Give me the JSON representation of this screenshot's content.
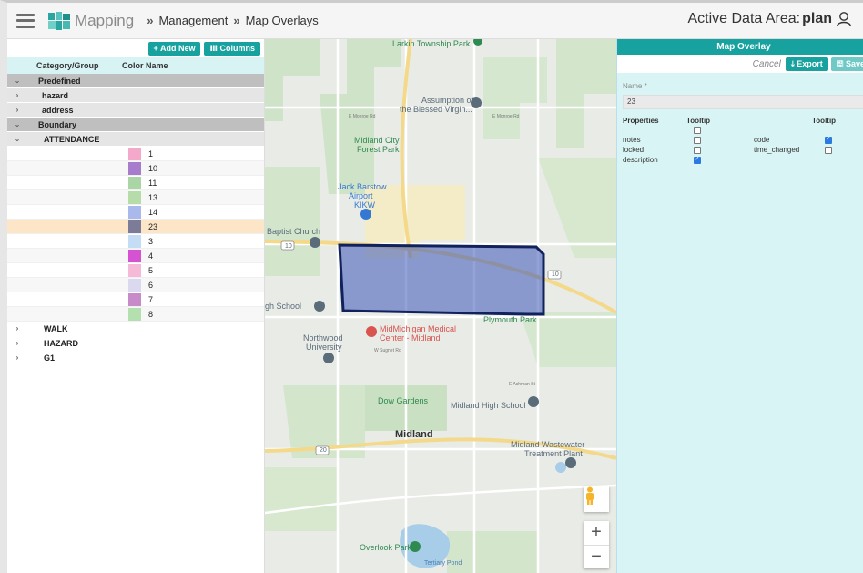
{
  "header": {
    "brand": "Mapping",
    "breadcrumb": [
      "Management",
      "Map Overlays"
    ],
    "separator": "»",
    "area_label": "Active Data Area:",
    "area_value": "plan"
  },
  "left_panel": {
    "add_new_label": "+ Add New",
    "columns_label": "Ⅲ Columns",
    "columns": {
      "category": "Category/Group",
      "color": "Color",
      "name": "Name"
    },
    "tree": {
      "predefined": {
        "label": "Predefined",
        "children": [
          "hazard",
          "address"
        ]
      },
      "boundary": {
        "label": "Boundary",
        "attendance_label": "ATTENDANCE",
        "items": [
          {
            "name": "1",
            "color": "#f4a9cb"
          },
          {
            "name": "10",
            "color": "#a77ccd"
          },
          {
            "name": "11",
            "color": "#aad5a4"
          },
          {
            "name": "13",
            "color": "#b6dcaa"
          },
          {
            "name": "14",
            "color": "#a9b9ec"
          },
          {
            "name": "23",
            "color": "#7c7c98",
            "selected": true
          },
          {
            "name": "3",
            "color": "#c4dcf4"
          },
          {
            "name": "4",
            "color": "#d553d3"
          },
          {
            "name": "5",
            "color": "#f4bad7"
          },
          {
            "name": "6",
            "color": "#dbd9ef"
          },
          {
            "name": "7",
            "color": "#c88bc9"
          },
          {
            "name": "8",
            "color": "#b4e0b0"
          }
        ],
        "groups": [
          "WALK",
          "HAZARD",
          "G1"
        ]
      }
    }
  },
  "map": {
    "labels": {
      "larkin": "Larkin Township Park",
      "assumption": "Assumption of",
      "assumption2": "the Blessed Virgin...",
      "monroe": "E Monroe Rd",
      "monroe2": "E Monroe Rd",
      "city_forest": "Midland City",
      "city_forest2": "Forest Park",
      "barstow": "Jack Barstow",
      "barstow2": "Airport",
      "barstow3": "KIKW",
      "baptist": "Baptist Church",
      "highschool": "gh School",
      "plymouth": "Plymouth Park",
      "midmichigan": "MidMichigan Medical",
      "midmichigan2": "Center - Midland",
      "northwood": "Northwood",
      "northwood2": "University",
      "sugnet": "W Sugnet Rd",
      "ashman": "E Ashman St",
      "dow": "Dow Gardens",
      "midland_high": "Midland High School",
      "midland": "Midland",
      "wastewater": "Midland Wastewater",
      "wastewater2": "Treatment Plant",
      "overlook": "Overlook Park",
      "tertiary": "Tertiary Pond",
      "route10": "10",
      "route20": "20"
    },
    "zoom_in": "+",
    "zoom_out": "−"
  },
  "right_panel": {
    "title": "Map Overlay",
    "cancel": "Cancel",
    "export": "⤓ Export",
    "save": "🖫 Save",
    "name_label": "Name *",
    "name_value": "23",
    "properties_label": "Properties",
    "tooltip_label": "Tooltip",
    "tooltip_label2": "Tooltip",
    "props_left": [
      {
        "name": "notes",
        "checked": false
      },
      {
        "name": "locked",
        "checked": false
      },
      {
        "name": "description",
        "checked": true
      }
    ],
    "props_right": [
      {
        "name": "code",
        "checked": true
      },
      {
        "name": "time_changed",
        "checked": false
      }
    ]
  }
}
